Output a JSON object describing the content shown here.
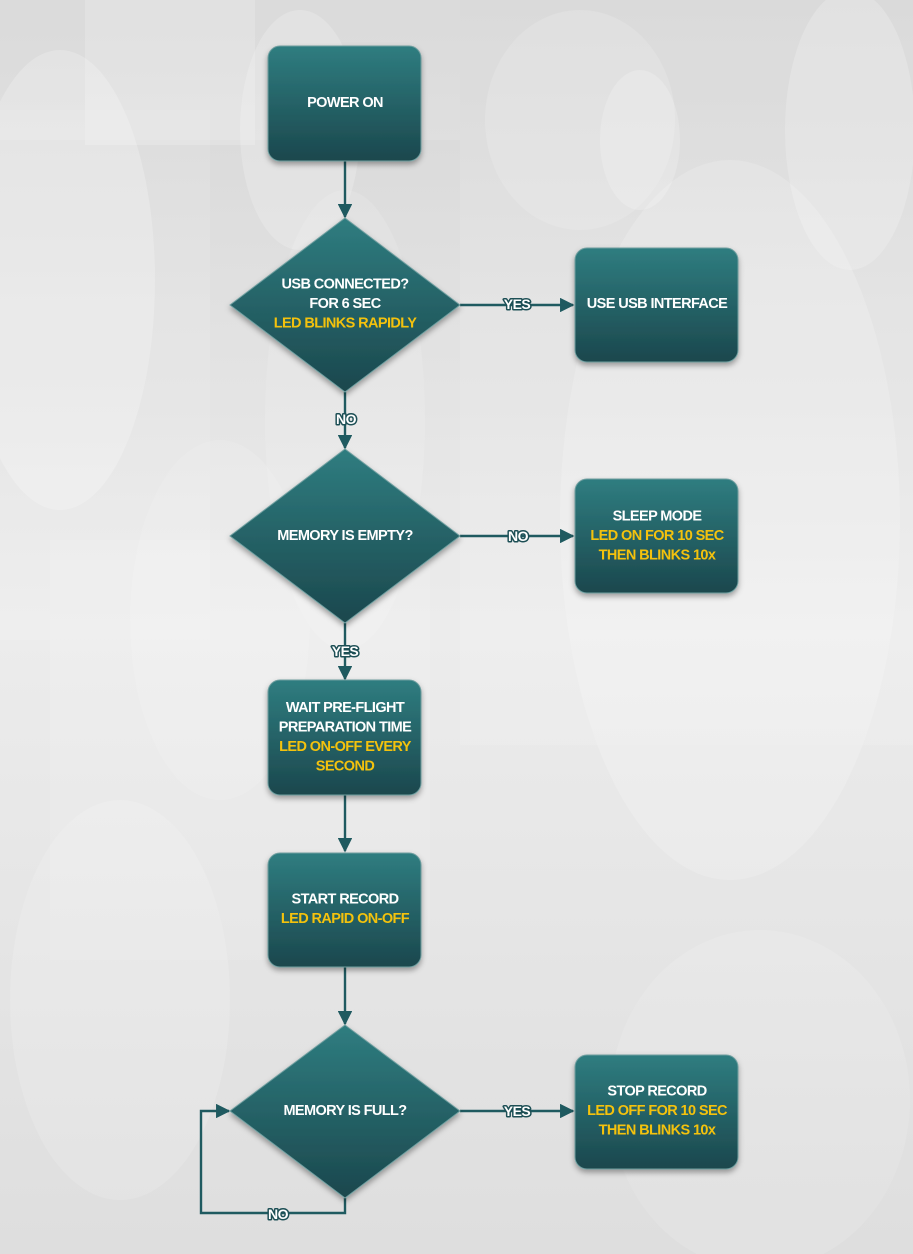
{
  "nodes": {
    "power_on": {
      "lines": [
        {
          "text": "POWER ON",
          "color": "white"
        }
      ]
    },
    "usb_connected": {
      "lines": [
        {
          "text": "USB CONNECTED?",
          "color": "white"
        },
        {
          "text": "FOR 6 SEC",
          "color": "white"
        },
        {
          "text": "LED BLINKS RAPIDLY",
          "color": "yellow"
        }
      ]
    },
    "use_usb_interface": {
      "lines": [
        {
          "text": "USE USB INTERFACE",
          "color": "white"
        }
      ]
    },
    "memory_empty": {
      "lines": [
        {
          "text": "MEMORY IS EMPTY?",
          "color": "white"
        }
      ]
    },
    "sleep_mode": {
      "lines": [
        {
          "text": "SLEEP MODE",
          "color": "white"
        },
        {
          "text": "LED ON FOR 10 SEC",
          "color": "yellow"
        },
        {
          "text": "THEN BLINKS 10x",
          "color": "yellow"
        }
      ]
    },
    "wait_preflight": {
      "lines": [
        {
          "text": "WAIT PRE-FLIGHT",
          "color": "white"
        },
        {
          "text": "PREPARATION  TIME",
          "color": "white"
        },
        {
          "text": "LED ON-OFF EVERY",
          "color": "yellow"
        },
        {
          "text": "SECOND",
          "color": "yellow"
        }
      ]
    },
    "start_record": {
      "lines": [
        {
          "text": "START RECORD",
          "color": "white"
        },
        {
          "text": "LED RAPID ON-OFF",
          "color": "yellow"
        }
      ]
    },
    "memory_full": {
      "lines": [
        {
          "text": "MEMORY IS FULL?",
          "color": "white"
        }
      ]
    },
    "stop_record": {
      "lines": [
        {
          "text": "STOP RECORD",
          "color": "white"
        },
        {
          "text": "LED OFF FOR 10 SEC",
          "color": "yellow"
        },
        {
          "text": "THEN BLINKS 10x",
          "color": "yellow"
        }
      ]
    }
  },
  "edges": {
    "usb_yes": "YES",
    "usb_no": "NO",
    "empty_no": "NO",
    "empty_yes": "YES",
    "full_yes": "YES",
    "full_no": "NO"
  },
  "colors": {
    "node_top": "#2f7d80",
    "node_bottom": "#1b474d",
    "node_border": "#6f9fa0",
    "connector": "#1f5a60",
    "label_white": "#ffffff",
    "label_yellow": "#f4c20d"
  }
}
